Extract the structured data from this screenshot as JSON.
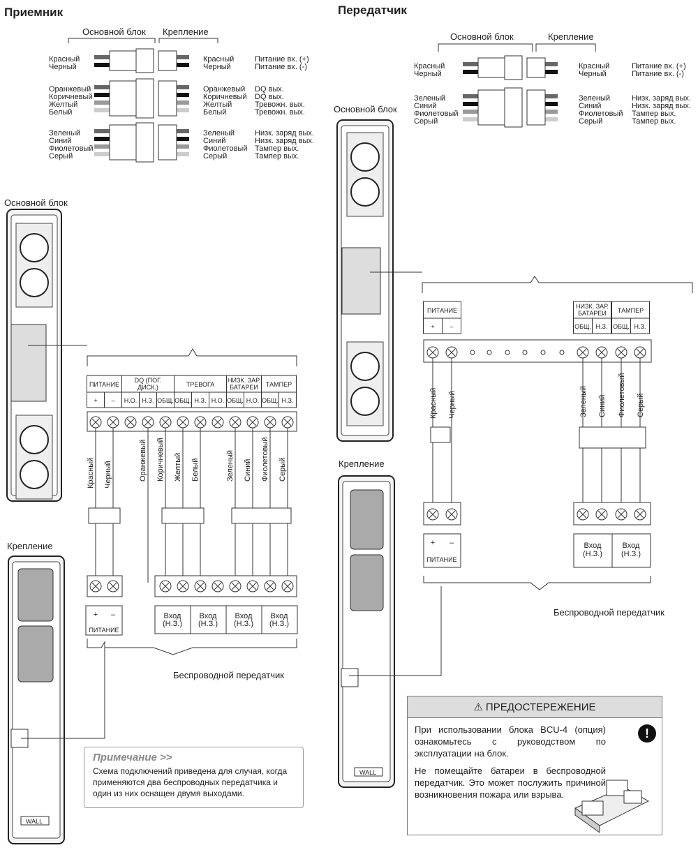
{
  "receiver": {
    "title": "Приемник",
    "conn_header": {
      "main": "Основной блок",
      "mount": "Крепление"
    },
    "conn_groups": [
      {
        "left": [
          "Красный",
          "Черный"
        ],
        "right": [
          "Красный",
          "Черный"
        ],
        "signals": [
          "Питание вх. (+)",
          "Питание вх. (-)"
        ]
      },
      {
        "left": [
          "Оранжевый",
          "Коричневый",
          "Желтый",
          "Белый"
        ],
        "right": [
          "Оранжевый",
          "Коричневый",
          "Желтый",
          "Белый"
        ],
        "signals": [
          "DQ вых.",
          "DQ вых.",
          "Тревожн. вых.",
          "Тревожн. вых."
        ]
      },
      {
        "left": [
          "Зеленый",
          "Синий",
          "Фиолетовый",
          "Серый"
        ],
        "right": [
          "Зеленый",
          "Синий",
          "Фиолетовый",
          "Серый"
        ],
        "signals": [
          "Низк. заряд вых.",
          "Низк. заряд вых.",
          "Тампер вых.",
          "Тампер вых."
        ]
      }
    ],
    "main_unit_label": "Основной блок",
    "mount_label": "Крепление",
    "terminal_groups": [
      "ПИТАНИЕ",
      "DQ (ПОГ. ДИСК.)",
      "ТРЕВОГА",
      "НИЗК. ЗАР. БАТАРЕИ",
      "ТАМПЕР"
    ],
    "terminal_subs": [
      "+",
      "–",
      "Н.О.",
      "Н.З.",
      "ОБЩ.",
      "ОБЩ.",
      "Н.З.",
      "Н.О.",
      "ОБЩ.",
      "Н.О.",
      "ОБЩ.",
      "Н.З."
    ],
    "wires": [
      "Красный",
      "Черный",
      "Оранжевый",
      "Коричневый",
      "Желтый",
      "Белый",
      "Зеленый",
      "Синий",
      "Фиолетовый",
      "Серый"
    ],
    "power_box": {
      "plus": "+",
      "minus": "–",
      "label": "ПИТАНИЕ"
    },
    "inputs": [
      "Вход (Н.З.)",
      "Вход (Н.З.)",
      "Вход (Н.З.)",
      "Вход (Н.З.)"
    ],
    "wireless_label": "Беспроводной передатчик",
    "wall_label": "WALL"
  },
  "transmitter": {
    "title": "Передатчик",
    "conn_header": {
      "main": "Основной блок",
      "mount": "Крепление"
    },
    "conn_groups": [
      {
        "left": [
          "Красный",
          "Черный"
        ],
        "right": [
          "Красный",
          "Черный"
        ],
        "signals": [
          "Питание вх. (+)",
          "Питание вх. (-)"
        ]
      },
      {
        "left": [
          "Зеленый",
          "Синий",
          "Фиолетовый",
          "Серый"
        ],
        "right": [
          "Зеленый",
          "Синий",
          "Фиолетовый",
          "Серый"
        ],
        "signals": [
          "Низк. заряд вых.",
          "Низк. заряд вых.",
          "Тампер вых.",
          "Тампер вых."
        ]
      }
    ],
    "main_unit_label": "Основной блок",
    "mount_label": "Крепление",
    "terminal_groups": [
      "ПИТАНИЕ",
      "НИЗК. ЗАР. БАТАРЕИ",
      "ТАМПЕР"
    ],
    "terminal_subs": [
      "+",
      "–",
      "ОБЩ.",
      "Н.З.",
      "ОБЩ.",
      "Н.З."
    ],
    "wires": [
      "Красный",
      "Черный",
      "Зеленый",
      "Синий",
      "Фиолетовый",
      "Серый"
    ],
    "power_box": {
      "plus": "+",
      "minus": "–",
      "label": "ПИТАНИЕ"
    },
    "inputs": [
      "Вход (Н.З.)",
      "Вход (Н.З.)"
    ],
    "wireless_label": "Беспроводной передатчик",
    "wall_label": "WALL"
  },
  "note": {
    "title": "Примечание >>",
    "body": "Схема подключений приведена для случая, когда применяются два беспроводных передатчика и один из них оснащен двумя выходами."
  },
  "caution": {
    "title": "ПРЕДОСТЕРЕЖЕНИЕ",
    "p1": "При использовании блока BCU-4 (опция) ознакомьтесь с руководством по эксплуатации на блок.",
    "p2": "Не помещайте батареи в беспроводной передатчик. Это может послужить причиной возникновения пожара или взрыва."
  }
}
